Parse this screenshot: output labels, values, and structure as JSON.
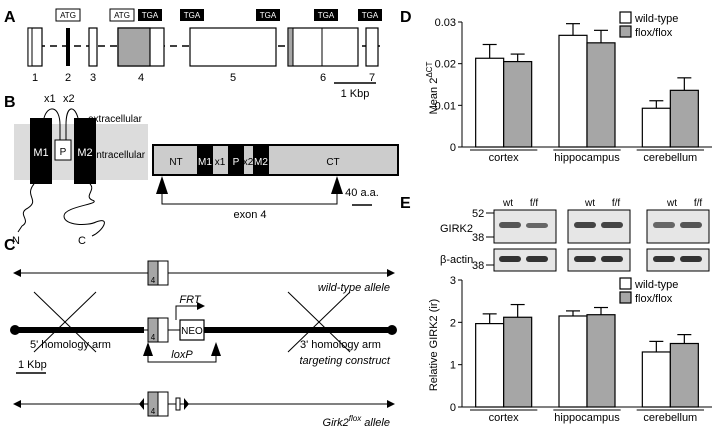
{
  "panels": {
    "a": "A",
    "b": "B",
    "c": "C",
    "d": "D",
    "e": "E"
  },
  "gene": {
    "exons": [
      "1",
      "2",
      "3",
      "4",
      "5",
      "6",
      "7"
    ],
    "atg": "ATG",
    "tga": "TGA",
    "scale": "1 Kbp"
  },
  "membrane": {
    "x1": "x1",
    "x2": "x2",
    "m1": "M1",
    "m2": "M2",
    "p": "P",
    "extracellular": "extracellular",
    "intracellular": "intracellular",
    "n": "N",
    "c": "C"
  },
  "protein": {
    "nt": "NT",
    "m1": "M1",
    "x1": "x1",
    "p": "P",
    "x2": "x2",
    "m2": "M2",
    "ct": "CT",
    "exon": "exon 4",
    "scale": "40 a.a."
  },
  "construct": {
    "wt": "wild-type allele",
    "exon": "4",
    "arm5": "5' homology arm",
    "arm3": "3' homology arm",
    "frt": "FRT",
    "neo": "NEO",
    "loxp": "loxP",
    "targeting": "targeting construct",
    "scale": "1 Kbp",
    "flox_pre": "Girk2",
    "flox_sup": "flox",
    "flox_post": " allele"
  },
  "western": {
    "wt": "wt",
    "ff": "f/f",
    "girk2": "GIRK2",
    "actin": "β-actin",
    "kda": [
      "52",
      "38",
      "38"
    ]
  },
  "legend": {
    "wt": "wild-type",
    "ff": "flox/flox"
  },
  "chart_data": [
    {
      "type": "bar",
      "categories": [
        "cortex",
        "hippocampus",
        "cerebellum"
      ],
      "ylabel_pre": "Mean 2",
      "ylabel_sup": "ΔCT",
      "ylim": [
        0,
        0.03
      ],
      "yticks": [
        "0",
        "0.01",
        "0.02",
        "0.03"
      ],
      "legend_placement": "top-right",
      "series": [
        {
          "name": "wild-type",
          "color": "#ffffff",
          "values": [
            0.0213,
            0.0268,
            0.0093
          ],
          "errors": [
            0.0033,
            0.0028,
            0.0018
          ]
        },
        {
          "name": "flox/flox",
          "color": "#a6a6a6",
          "values": [
            0.0205,
            0.025,
            0.0136
          ],
          "errors": [
            0.0018,
            0.003,
            0.003
          ]
        }
      ]
    },
    {
      "type": "bar",
      "categories": [
        "cortex",
        "hippocampus",
        "cerebellum"
      ],
      "ylabel": "Relative GIRK2 (ir)",
      "ylim": [
        0,
        3
      ],
      "yticks": [
        "0",
        "1",
        "2",
        "3"
      ],
      "legend_placement": "top-right",
      "series": [
        {
          "name": "wild-type",
          "color": "#ffffff",
          "values": [
            1.97,
            2.15,
            1.3
          ],
          "errors": [
            0.23,
            0.12,
            0.25
          ]
        },
        {
          "name": "flox/flox",
          "color": "#a6a6a6",
          "values": [
            2.12,
            2.18,
            1.5
          ],
          "errors": [
            0.3,
            0.17,
            0.21
          ]
        }
      ]
    }
  ]
}
